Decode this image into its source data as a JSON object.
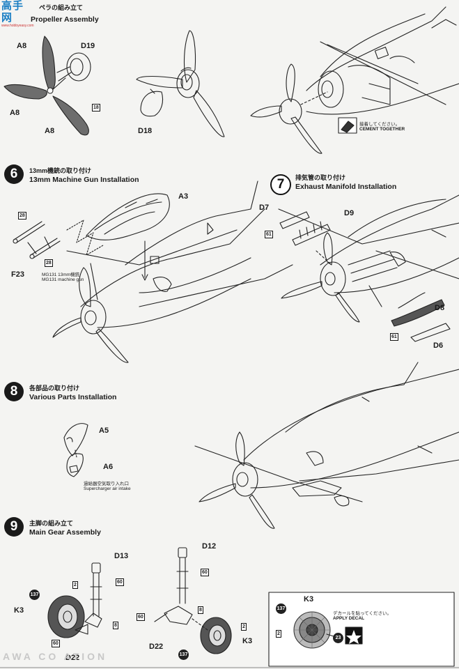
{
  "header": {
    "logo_text": "高手网",
    "logo_sub": "www.hobbyeasy.com",
    "step5_title_jp": "ペラの組み立て",
    "step5_title_en": "Propeller Assembly"
  },
  "step5": {
    "labels": [
      "A8",
      "D19",
      "A8",
      "A8",
      "D18"
    ],
    "part_num": "18"
  },
  "cement_note": {
    "jp": "接着してください。",
    "en": "CEMENT TOGETHER"
  },
  "step6": {
    "number": "6",
    "title_jp": "13mm機銃の取り付け",
    "title_en": "13mm Machine Gun Installation",
    "labels": [
      "A3",
      "F23"
    ],
    "part_num": "28",
    "note_jp": "MG131 13mm機銃",
    "note_en": "MG131 machine gun"
  },
  "step7": {
    "number": "7",
    "title_jp": "排気管の取り付け",
    "title_en": "Exhaust Manifold Installation",
    "labels": [
      "D7",
      "D9",
      "D8",
      "D6"
    ],
    "part_num": "61"
  },
  "step8": {
    "number": "8",
    "title_jp": "各部品の取り付け",
    "title_en": "Various Parts Installation",
    "labels": [
      "A5",
      "A6"
    ],
    "note_jp": "過給器空気取り入れ口",
    "note_en": "Supercharger air intake"
  },
  "step9": {
    "number": "9",
    "title_jp": "主脚の組み立て",
    "title_en": "Main Gear Assembly",
    "labels": [
      "D13",
      "K3",
      "D22",
      "D12",
      "D22",
      "K3"
    ],
    "parts": [
      "2",
      "137",
      "60",
      "8",
      "60",
      "8",
      "60",
      "2",
      "137"
    ]
  },
  "decal": {
    "title": "K3",
    "note_jp": "デカールを貼ってください。",
    "note_en": "APPLY DECAL",
    "numbers": [
      "137",
      "2",
      "23"
    ]
  },
  "footer": {
    "bottom_text": "AWA CO   ATION"
  }
}
